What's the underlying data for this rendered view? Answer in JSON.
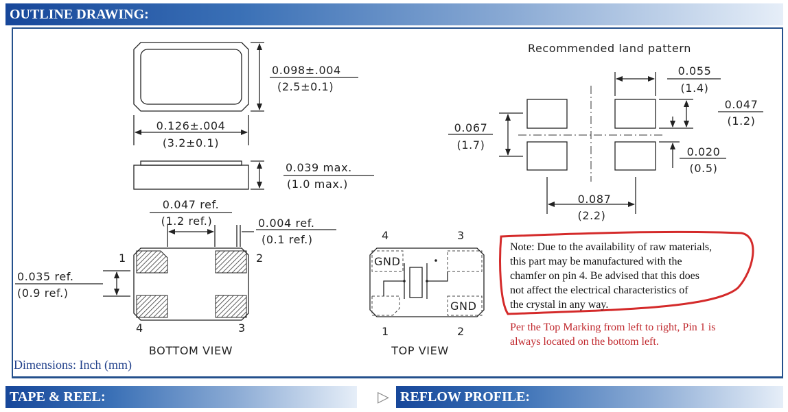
{
  "headers": {
    "outline": "OUTLINE DRAWING:",
    "tape": "TAPE & REEL:",
    "reflow": "REFLOW PROFILE:"
  },
  "package": {
    "width_in": "0.126±.004",
    "width_mm": "(3.2±0.1)",
    "height_in": "0.098±.004",
    "height_mm": "(2.5±0.1)",
    "thickness_in": "0.039 max.",
    "thickness_mm": "(1.0 max.)"
  },
  "bottom_view": {
    "title": "BOTTOM VIEW",
    "pad_gap_in": "0.047 ref.",
    "pad_gap_mm": "(1.2 ref.)",
    "edge_in": "0.004 ref.",
    "edge_mm": "(0.1 ref.)",
    "pad_h_in": "0.035 ref.",
    "pad_h_mm": "(0.9 ref.)",
    "pins": [
      "1",
      "2",
      "3",
      "4"
    ]
  },
  "top_view": {
    "title": "TOP VIEW",
    "pins": [
      "1",
      "2",
      "3",
      "4"
    ],
    "gnd": "GND"
  },
  "land_pattern": {
    "title": "Recommended land pattern",
    "pad_w_in": "0.055",
    "pad_w_mm": "(1.4)",
    "pad_h_in": "0.047",
    "pad_h_mm": "(1.2)",
    "gap_in": "0.020",
    "gap_mm": "(0.5)",
    "pitch_v_in": "0.067",
    "pitch_v_mm": "(1.7)",
    "pitch_h_in": "0.087",
    "pitch_h_mm": "(2.2)"
  },
  "note": {
    "lines": [
      "Note: Due to the availability of raw materials,",
      "this part may be manufactured with the",
      "chamfer on pin 4. Be advised that this does",
      "not affect the electrical characteristics of",
      "the crystal in any way."
    ],
    "red_lines": [
      "Per the Top Marking from left to right, Pin 1 is",
      "always located on the bottom left."
    ]
  },
  "dimensions_label": "Dimensions: Inch (mm)",
  "colors": {
    "header_blue": "#17479a",
    "frame": "#24508c",
    "note_red": "#c0282d",
    "dims_blue": "#1f3f8a"
  }
}
